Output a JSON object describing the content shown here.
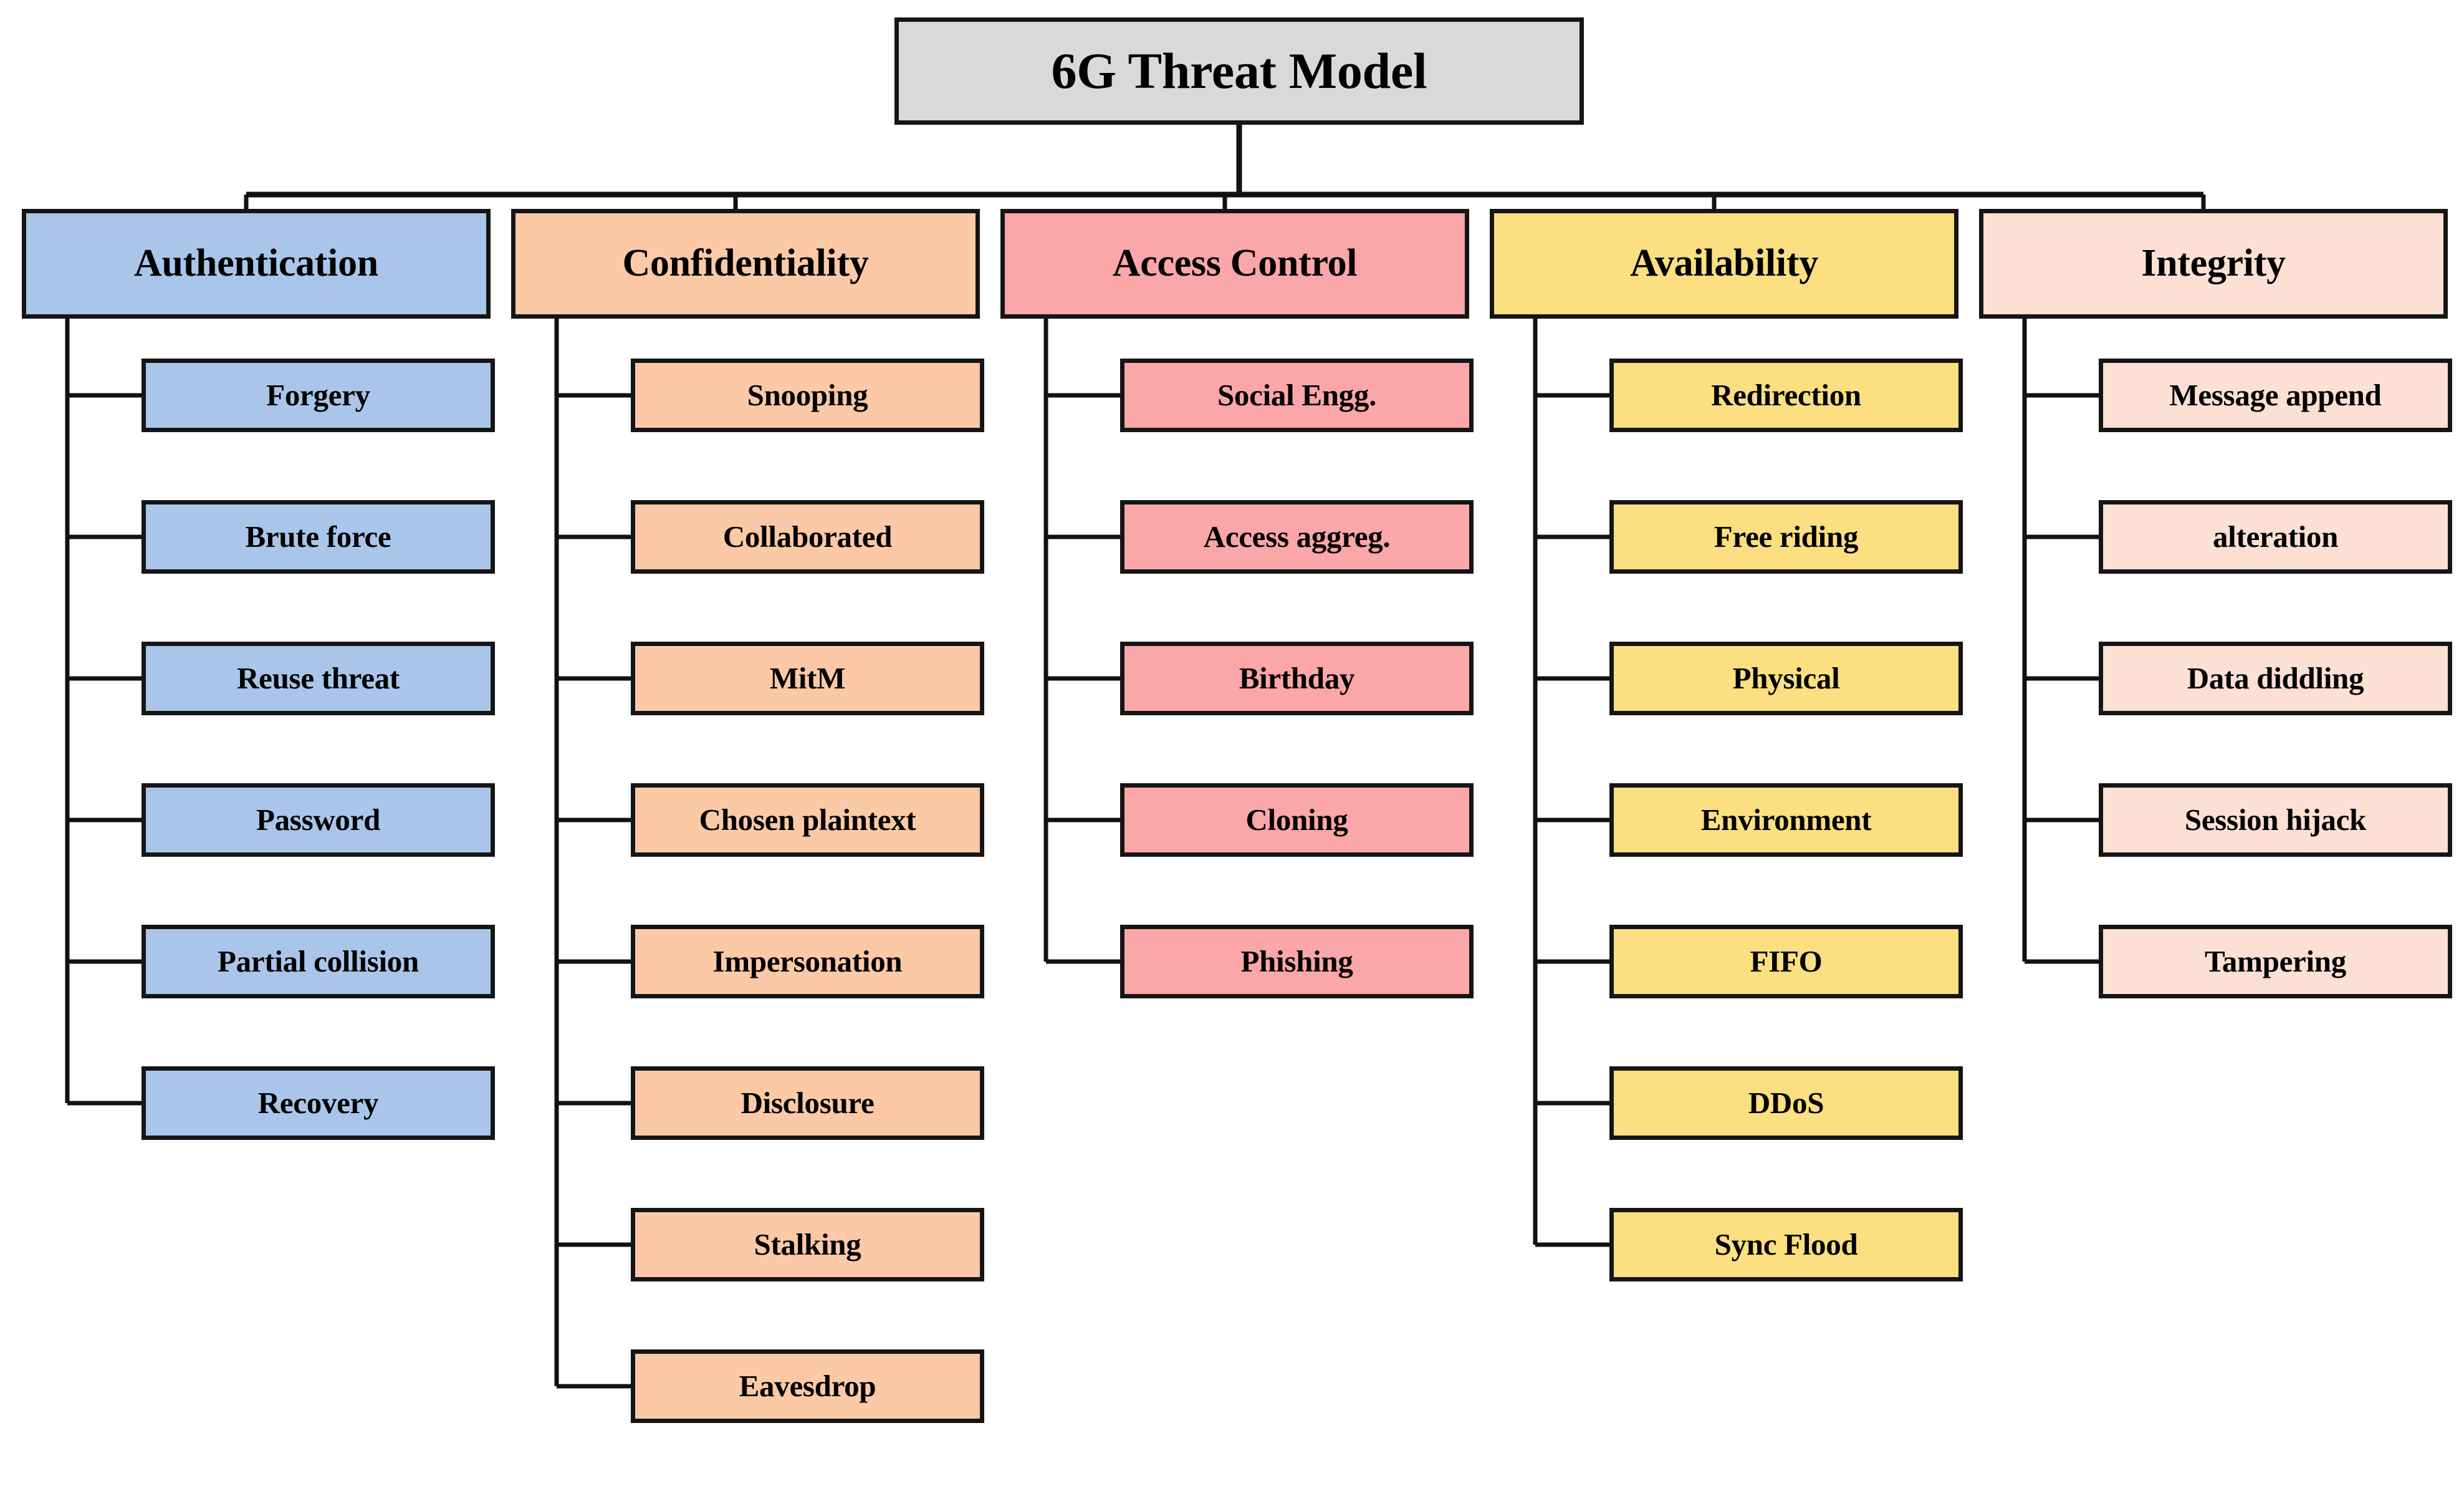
{
  "diagram": {
    "title": "6G Threat Model",
    "title_color": "#d9d9d9",
    "branch_count": 5,
    "columns": [
      {
        "header": "Authentication",
        "color": "#a9c6ea",
        "children": [
          "Forgery",
          "Brute force",
          "Reuse threat",
          "Password",
          "Partial collision",
          "Recovery"
        ]
      },
      {
        "header": "Confidentiality",
        "color": "#fcc9a6",
        "children": [
          "Snooping",
          "Collaborated",
          "MitM",
          "Chosen plaintext",
          "Impersonation",
          "Disclosure",
          "Stalking",
          "Eavesdrop"
        ]
      },
      {
        "header": "Access Control",
        "color": "#fba6a8",
        "children": [
          "Social Engg.",
          "Access aggreg.",
          "Birthday",
          "Cloning",
          "Phishing"
        ]
      },
      {
        "header": "Availability",
        "color": "#fbdf80",
        "children": [
          "Redirection",
          "Free riding",
          "Physical",
          "Environment",
          "FIFO",
          "DDoS",
          "Sync Flood"
        ]
      },
      {
        "header": "Integrity",
        "color": "#fbe0d3",
        "children": [
          "Message append",
          "alteration",
          "Data diddling",
          "Session hijack",
          "Tampering"
        ]
      }
    ]
  }
}
